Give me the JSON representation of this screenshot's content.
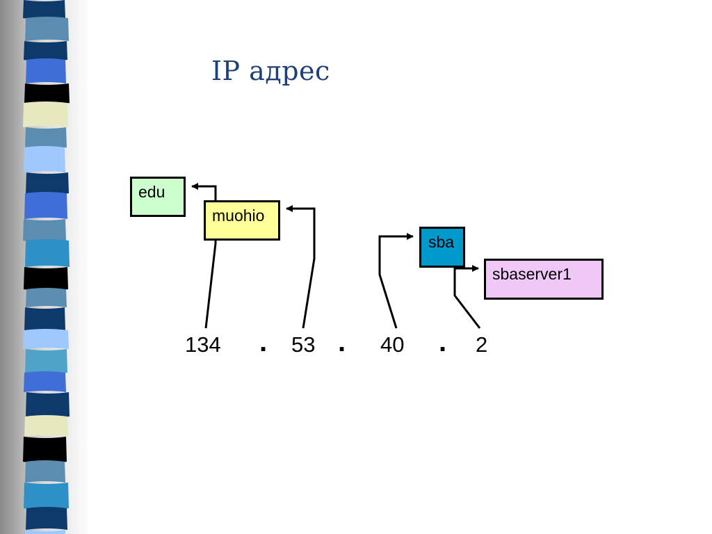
{
  "title": "IP адрес",
  "domains": {
    "edu": "edu",
    "muohio": "muohio",
    "sba": "sba",
    "host": "sbaserver1"
  },
  "address": {
    "octets": [
      "134",
      "53",
      "40",
      "2"
    ],
    "separator": "."
  },
  "colors": {
    "title": "#1f3f7a",
    "edu_fill": "#ccffcc",
    "muohio_fill": "#ffff99",
    "sba_fill": "#0099cc",
    "host_fill": "#f0c8f8"
  },
  "decoration": {
    "stripe_colors": [
      "#5b8db0",
      "#0d3a6b",
      "#3f6fd6",
      "#000000",
      "#e8e8c0",
      "#4fa3c8",
      "#9ec8ff",
      "#2f8fc7",
      "#1a1a1a"
    ]
  }
}
